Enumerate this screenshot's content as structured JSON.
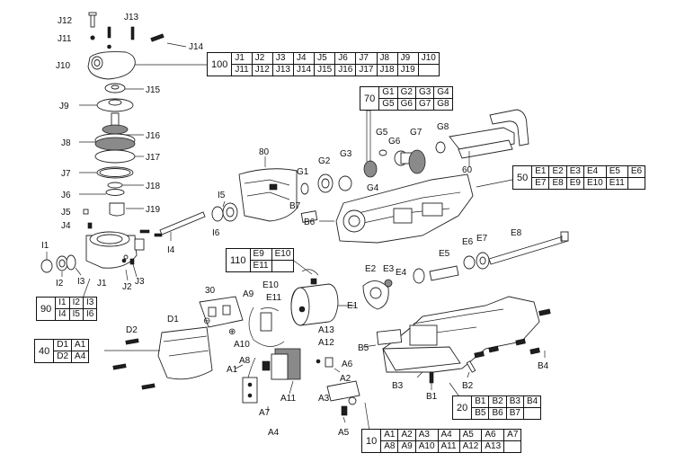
{
  "callouts": {
    "J12": "J12",
    "J13": "J13",
    "J11": "J11",
    "J14": "J14",
    "J10": "J10",
    "J15": "J15",
    "J9": "J9",
    "J16": "J16",
    "J8": "J8",
    "J17": "J17",
    "J7": "J7",
    "J18": "J18",
    "J6": "J6",
    "J19": "J19",
    "J5": "J5",
    "J4": "J4",
    "J1": "J1",
    "J2": "J2",
    "J3": "J3",
    "I1": "I1",
    "I2": "I2",
    "I3": "I3",
    "I4": "I4",
    "I5": "I5",
    "I6": "I6",
    "n80": "80",
    "G1": "G1",
    "G2": "G2",
    "G3": "G3",
    "G4": "G4",
    "G5": "G5",
    "G6": "G6",
    "G7": "G7",
    "G8": "G8",
    "B7": "B7",
    "B6": "B6",
    "n60": "60",
    "E1": "E1",
    "E2": "E2",
    "E3": "E3",
    "E4": "E4",
    "E5": "E5",
    "E6": "E6",
    "E7": "E7",
    "E8": "E8",
    "E10": "E10",
    "E11": "E11",
    "n30": "30",
    "A9": "A9",
    "A10": "A10",
    "A12": "A12",
    "A13": "A13",
    "A8": "A8",
    "A1": "A1",
    "A11": "A11",
    "A7": "A7",
    "A4": "A4",
    "A6": "A6",
    "A2": "A2",
    "A3": "A3",
    "A5": "A5",
    "D1": "D1",
    "D2": "D2",
    "B5": "B5",
    "B3": "B3",
    "B1": "B1",
    "B2": "B2",
    "B4": "B4"
  },
  "kits": {
    "k100": {
      "num": "100",
      "rows": [
        [
          "J1",
          "J2",
          "J3",
          "J4",
          "J5",
          "J6",
          "J7",
          "J8",
          "J9",
          "J10"
        ],
        [
          "J11",
          "J12",
          "J13",
          "J14",
          "J15",
          "J16",
          "J17",
          "J18",
          "J19",
          ""
        ]
      ]
    },
    "k70": {
      "num": "70",
      "rows": [
        [
          "G1",
          "G2",
          "G3",
          "G4"
        ],
        [
          "G5",
          "G6",
          "G7",
          "G8"
        ]
      ]
    },
    "k50": {
      "num": "50",
      "rows": [
        [
          "E1",
          "E2",
          "E3",
          "E4",
          "E5",
          "E6"
        ],
        [
          "E7",
          "E8",
          "E9",
          "E10",
          "E11",
          ""
        ]
      ]
    },
    "k110": {
      "num": "110",
      "rows": [
        [
          "E9",
          "E10"
        ],
        [
          "E11",
          ""
        ]
      ]
    },
    "k90": {
      "num": "90",
      "rows": [
        [
          "I1",
          "I2",
          "I3"
        ],
        [
          "I4",
          "I5",
          "I6"
        ]
      ]
    },
    "k40": {
      "num": "40",
      "rows": [
        [
          "D1",
          "A1"
        ],
        [
          "D2",
          "A4"
        ]
      ]
    },
    "k20": {
      "num": "20",
      "rows": [
        [
          "B1",
          "B2",
          "B3",
          "B4"
        ],
        [
          "B5",
          "B6",
          "B7",
          ""
        ]
      ]
    },
    "k10": {
      "num": "10",
      "rows": [
        [
          "A1",
          "A2",
          "A3",
          "A4",
          "A5",
          "A6",
          "A7"
        ],
        [
          "A8",
          "A9",
          "A10",
          "A11",
          "A12",
          "A13",
          ""
        ]
      ]
    }
  },
  "symbols": {
    "minus": "⊖",
    "plus": "⊕"
  }
}
